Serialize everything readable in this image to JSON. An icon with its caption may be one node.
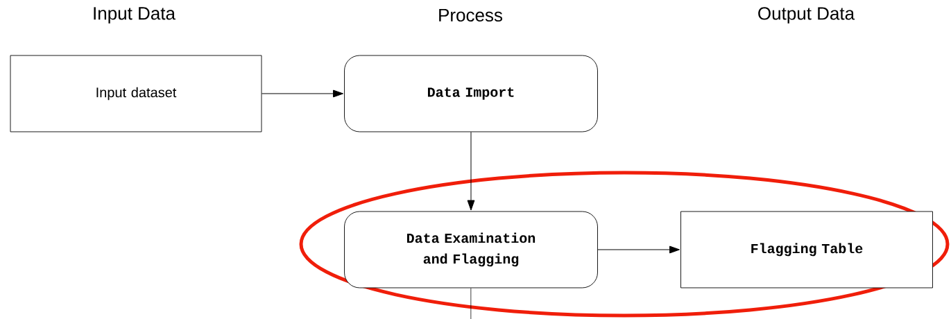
{
  "diagram": {
    "nodes": [
      {
        "text": [
          "Input dataset"
        ]
      },
      {
        "text": [
          "Data Import"
        ]
      },
      {
        "text": [
          "Data Examination and Flagging"
        ]
      },
      {
        "text": [
          "Flagging Table"
        ]
      }
    ],
    "edges": [
      {
        "from": 0,
        "to": 1,
        "arrow": "to"
      },
      {
        "from": 1,
        "to": 2,
        "arrow": "to"
      },
      {
        "from": 2,
        "to": 3,
        "arrow": "to"
      },
      {
        "from": 2,
        "to": null,
        "arrow": "none"
      }
    ],
    "labels": [
      "Input Data",
      "Process",
      "Output Data"
    ]
  }
}
